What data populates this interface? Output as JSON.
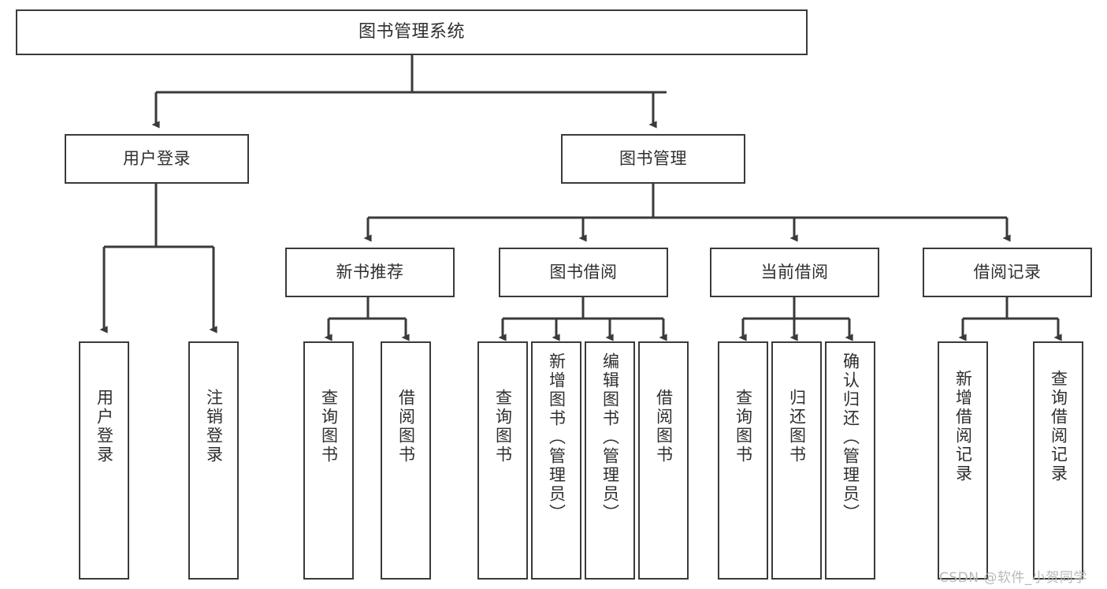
{
  "diagram": {
    "title": "图书管理系统",
    "type": "tree-hierarchy-chart",
    "watermark": "CSDN @软件_小贺同学",
    "colors": {
      "box_border": "#3a3a3a",
      "box_fill": "#ffffff",
      "connector": "#3a3a3a",
      "text": "#2f2f2f",
      "watermark": "#b9b9b9",
      "background": "#ffffff"
    },
    "nodes": {
      "root": {
        "label": "图书管理系统"
      },
      "level2": [
        {
          "id": "user-login",
          "label": "用户登录"
        },
        {
          "id": "book-manage",
          "label": "图书管理"
        }
      ],
      "level3": [
        {
          "id": "new-book-recommend",
          "label": "新书推荐"
        },
        {
          "id": "book-borrow",
          "label": "图书借阅"
        },
        {
          "id": "current-borrow",
          "label": "当前借阅"
        },
        {
          "id": "borrow-record",
          "label": "借阅记录"
        }
      ],
      "leaves": {
        "user_login": [
          {
            "id": "leaf-user-login",
            "label": "用户登录"
          },
          {
            "id": "leaf-logout-login",
            "label": "注销登录"
          }
        ],
        "new_book_recommend": [
          {
            "id": "leaf-query-book-1",
            "label": "查询图书"
          },
          {
            "id": "leaf-borrow-book-1",
            "label": "借阅图书"
          }
        ],
        "book_borrow": [
          {
            "id": "leaf-query-book-2",
            "label": "查询图书"
          },
          {
            "id": "leaf-add-book",
            "label": "新增图书（管理员）"
          },
          {
            "id": "leaf-edit-book",
            "label": "编辑图书（管理员）"
          },
          {
            "id": "leaf-borrow-book-2",
            "label": "借阅图书"
          }
        ],
        "current_borrow": [
          {
            "id": "leaf-query-book-3",
            "label": "查询图书"
          },
          {
            "id": "leaf-return-book",
            "label": "归还图书"
          },
          {
            "id": "leaf-confirm-return",
            "label": "确认归还（管理员）"
          }
        ],
        "borrow_record": [
          {
            "id": "leaf-add-record",
            "label": "新增借阅记录"
          },
          {
            "id": "leaf-query-record",
            "label": "查询借阅记录"
          }
        ]
      }
    }
  }
}
